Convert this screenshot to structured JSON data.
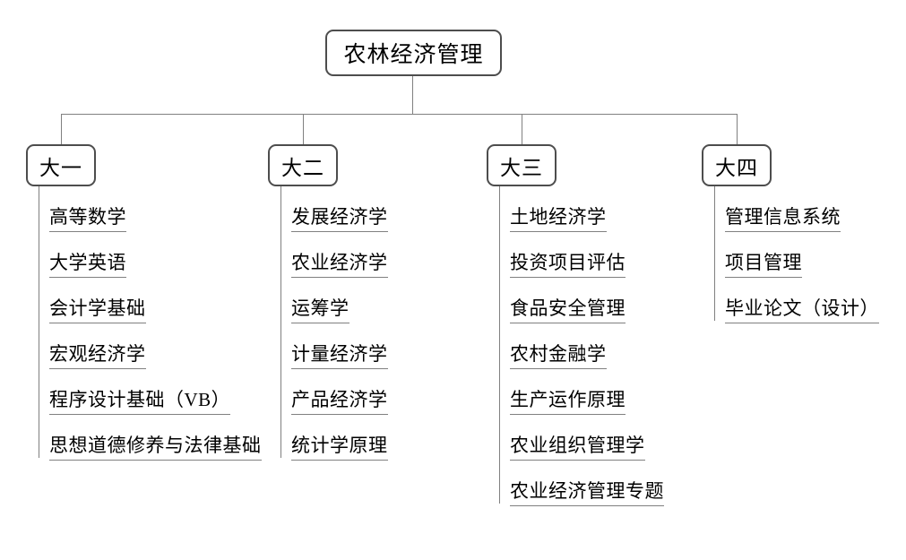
{
  "diagram": {
    "type": "tree",
    "title": "农林经济管理",
    "root": {
      "label": "农林经济管理"
    },
    "years": [
      {
        "label": "大一",
        "courses": [
          "高等数学",
          "大学英语",
          "会计学基础",
          "宏观经济学",
          "程序设计基础（VB）",
          "思想道德修养与法律基础"
        ]
      },
      {
        "label": "大二",
        "courses": [
          "发展经济学",
          "农业经济学",
          "运筹学",
          "计量经济学",
          "产品经济学",
          "统计学原理"
        ]
      },
      {
        "label": "大三",
        "courses": [
          "土地经济学",
          "投资项目评估",
          "食品安全管理",
          "农村金融学",
          "生产运作原理",
          "农业组织管理学",
          "农业经济管理专题"
        ]
      },
      {
        "label": "大四",
        "courses": [
          "管理信息系统",
          "项目管理",
          "毕业论文（设计）"
        ]
      }
    ],
    "colors": {
      "box_border": "#4d4d4d",
      "connector": "#808080",
      "text": "#000000",
      "background": "#ffffff"
    }
  }
}
